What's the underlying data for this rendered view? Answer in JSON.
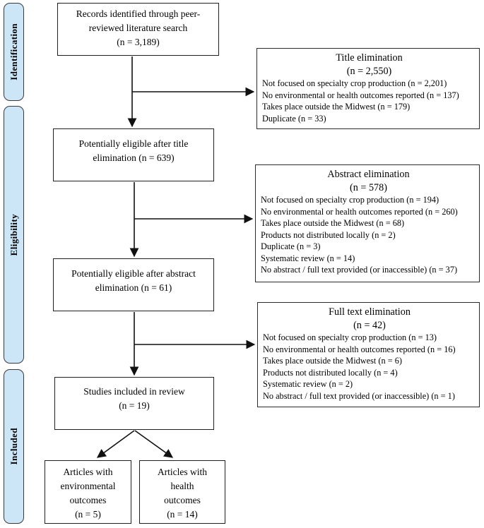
{
  "colors": {
    "sidebar_fill": "#cde6f7",
    "box_border": "#1f1f1f",
    "arrow": "#111111",
    "background": "#ffffff"
  },
  "sidebar": {
    "items": [
      {
        "label": "Identification"
      },
      {
        "label": "Eligibility"
      },
      {
        "label": "Included"
      }
    ]
  },
  "main_boxes": {
    "records": {
      "lines": [
        "Records identified through peer-",
        "reviewed literature search",
        "(n = 3,189)"
      ]
    },
    "title_eligible": {
      "lines": [
        "Potentially eligible after title",
        "elimination (n = 639)"
      ]
    },
    "abstract_eligible": {
      "lines": [
        "Potentially eligible after abstract",
        "elimination (n = 61)"
      ]
    },
    "included": {
      "lines": [
        "Studies included in review",
        "(n = 19)"
      ]
    },
    "environmental": {
      "lines": [
        "Articles with",
        "environmental",
        "outcomes",
        "(n = 5)"
      ]
    },
    "health": {
      "lines": [
        "Articles with",
        "health",
        "outcomes",
        "(n = 14)"
      ]
    }
  },
  "elimination_boxes": {
    "title": {
      "heading": "Title elimination",
      "count": "(n = 2,550)",
      "reasons": [
        "Not focused on specialty crop production (n = 2,201)",
        "No environmental or health outcomes reported (n = 137)",
        "Takes place outside the Midwest (n = 179)",
        "Duplicate (n = 33)"
      ]
    },
    "abstract": {
      "heading": "Abstract elimination",
      "count": "(n = 578)",
      "reasons": [
        "Not focused on specialty crop production (n = 194)",
        "No environmental or health outcomes reported (n = 260)",
        "Takes place outside the Midwest (n = 68)",
        "Products not distributed locally (n = 2)",
        "Duplicate (n = 3)",
        "Systematic review (n = 14)",
        "No abstract / full text provided (or inaccessible) (n = 37)"
      ]
    },
    "full_text": {
      "heading": "Full text elimination",
      "count": "(n = 42)",
      "reasons": [
        "Not focused on specialty crop production (n = 13)",
        "No environmental or health outcomes reported (n = 16)",
        "Takes place outside the Midwest (n = 6)",
        "Products not distributed locally (n = 4)",
        "Systematic review (n = 2)",
        "No abstract / full text provided (or inaccessible) (n = 1)"
      ]
    }
  }
}
